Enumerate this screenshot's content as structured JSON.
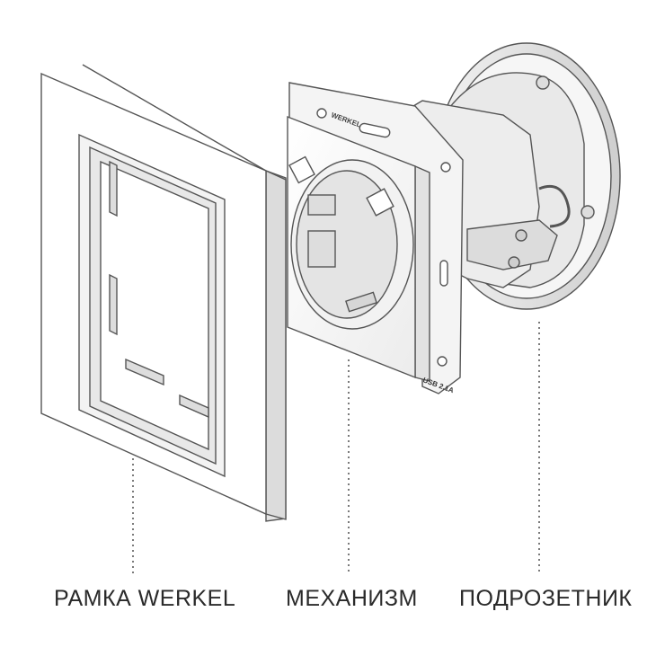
{
  "labels": {
    "frame": "РАМКА WERKEL",
    "mechanism": "МЕХАНИЗМ",
    "box": "ПОДРОЗЕТНИК"
  },
  "markings": {
    "brand": "WERKEL",
    "usb": "USB 2.1A"
  },
  "colors": {
    "line": "#555555",
    "fill": "#ffffff",
    "shade": "#e6e6e6",
    "dark": "#bdbdbd"
  }
}
